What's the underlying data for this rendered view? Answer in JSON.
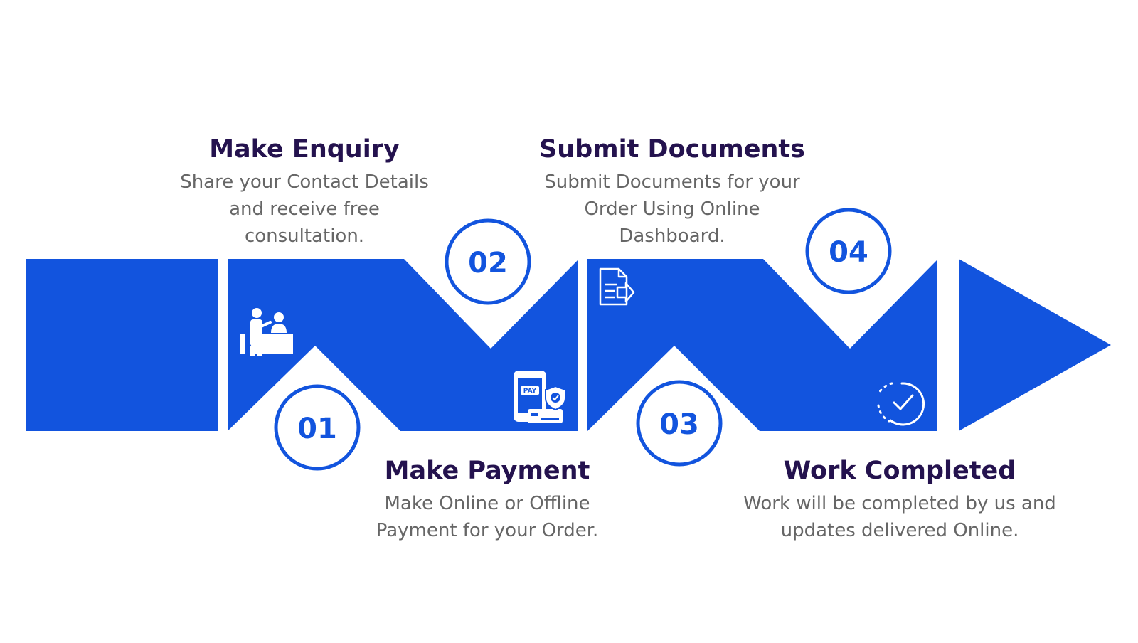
{
  "colors": {
    "primary_blue": "#1254de",
    "title_text": "#24124e",
    "body_text": "#666666",
    "background": "#ffffff",
    "icon_white": "#ffffff"
  },
  "steps": [
    {
      "number": "01",
      "title": "Make Enquiry",
      "description": [
        "Share your Contact Details",
        "and receive free",
        "consultation."
      ],
      "icon": "reception-desk-icon"
    },
    {
      "number": "02",
      "title": "Make Payment",
      "description": [
        "Make Online or Offline",
        "Payment for your Order."
      ],
      "icon": "mobile-payment-icon"
    },
    {
      "number": "03",
      "title": "Submit Documents",
      "description": [
        "Submit Documents for your",
        "Order Using Online",
        "Dashboard."
      ],
      "icon": "document-submit-icon"
    },
    {
      "number": "04",
      "title": "Work Completed",
      "description": [
        "Work will be completed by us and",
        "updates delivered Online."
      ],
      "icon": "progress-check-icon"
    }
  ]
}
